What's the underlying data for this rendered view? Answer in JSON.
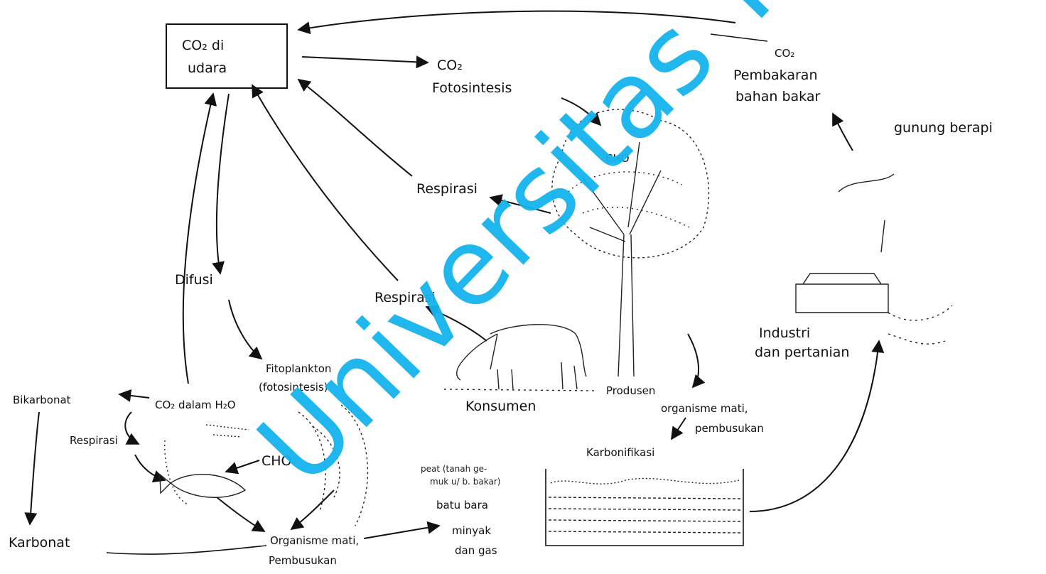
{
  "labels": {
    "co2_air_line1": "CO₂ di",
    "co2_air_line2": "udara",
    "co2_photo": "CO₂",
    "fotosintesis": "Fotosintesis",
    "co2_burn": "CO₂",
    "pembakaran_line1": "Pembakaran",
    "pembakaran_line2": "bahan bakar",
    "gunung": "gunung berapi",
    "cho_tree": "CHO",
    "respirasi_plant": "Respirasi",
    "respirasi_animal": "Respirasi",
    "difusi": "Difusi",
    "fitoplankton_line1": "Fitoplankton",
    "fitoplankton_line2": "(fotosintesis)",
    "bikarbonat": "Bikarbonat",
    "co2_water": "CO₂ dalam H₂O",
    "respirasi_water": "Respirasi",
    "cho_water": "CHO",
    "karbonat": "Karbonat",
    "organisme_bottom_line1": "Organisme mati,",
    "organisme_bottom_line2": "Pembusukan",
    "minyak_line1": "minyak",
    "minyak_line2": "dan gas",
    "peat_line1": "peat (tanah ge-",
    "peat_line2": "muk u/ b. bakar)",
    "batu_bara": "batu bara",
    "konsumen": "Konsumen",
    "produsen": "Produsen",
    "organisme_right_line1": "organisme mati,",
    "organisme_right_line2": "pembusukan",
    "karbonifikasi": "Karbonifikasi",
    "industri_line1": "Industri",
    "industri_line2": "dan pertanian"
  },
  "watermark": "Universitas Terbuka",
  "colors": {
    "ink": "#111111",
    "watermark": "#14b4ee",
    "background": "#ffffff"
  }
}
